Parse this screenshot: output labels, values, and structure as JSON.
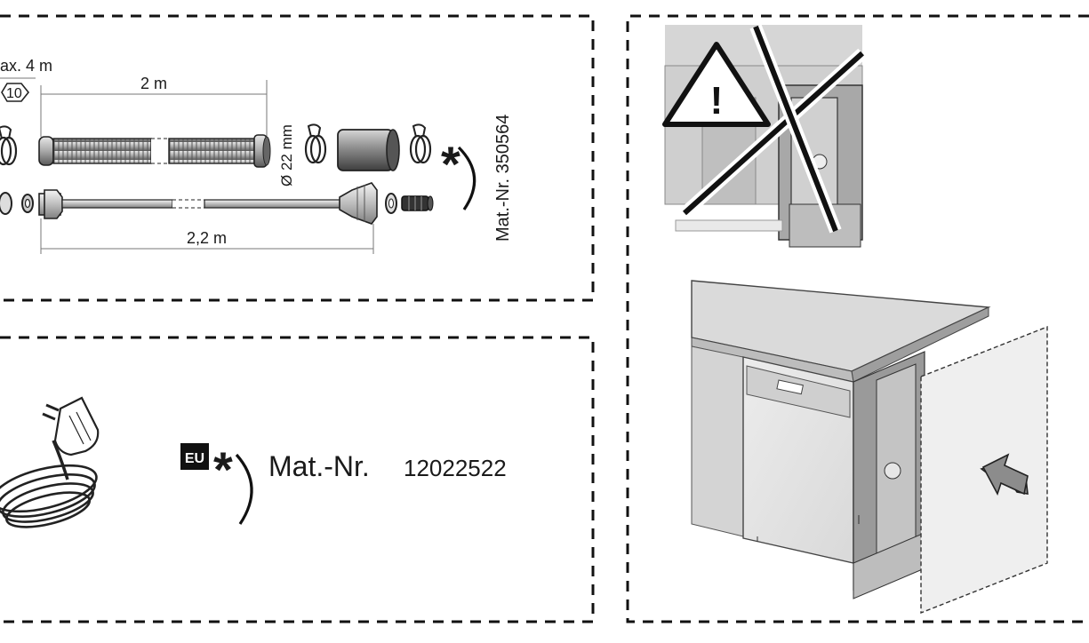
{
  "hose_panel": {
    "max_length": "ax. 4 m",
    "part_number_badge": "10",
    "hose_length": "2 m",
    "diameter": "Ø 22 mm",
    "asterisk": "*",
    "mat_nr": "Mat.-Nr. 350564",
    "supply_length": "2,2 m"
  },
  "cable_panel": {
    "region_badge": "EU",
    "asterisk": "*",
    "mat_label": "Mat.-Nr.",
    "mat_number": "12022522"
  },
  "icons": {
    "warning": "warning-triangle-icon",
    "cross": "prohibition-cross-icon",
    "arrow": "push-arrow-icon"
  }
}
